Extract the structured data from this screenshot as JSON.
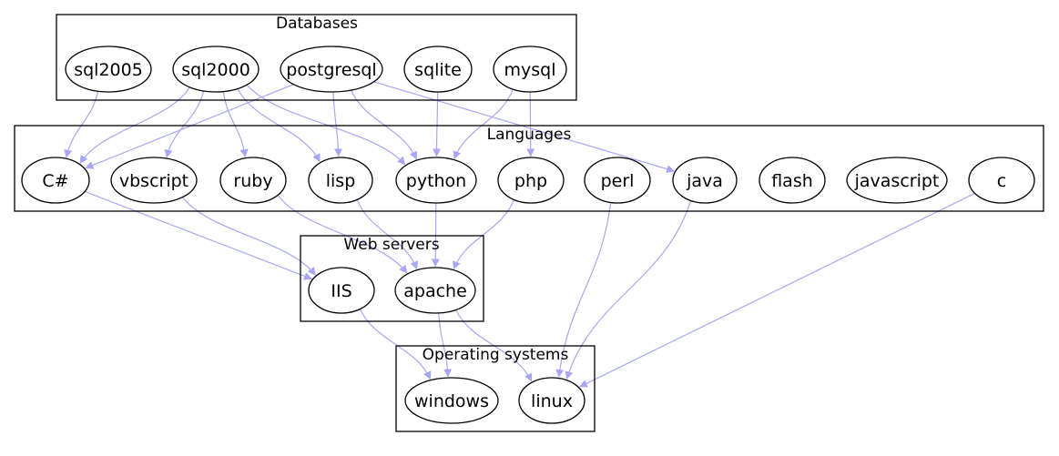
{
  "colors": {
    "edge": "#a7a7f4",
    "outline": "#000000",
    "background": "#ffffff"
  },
  "clusters": {
    "databases": "Databases",
    "languages": "Languages",
    "web_servers": "Web servers",
    "operating_systems": "Operating systems"
  },
  "nodes": {
    "sql2005": "sql2005",
    "sql2000": "sql2000",
    "postgresql": "postgresql",
    "sqlite": "sqlite",
    "mysql": "mysql",
    "csharp": "C#",
    "vbscript": "vbscript",
    "ruby": "ruby",
    "lisp": "lisp",
    "python": "python",
    "php": "php",
    "perl": "perl",
    "java": "java",
    "flash": "flash",
    "javascript": "javascript",
    "c": "c",
    "iis": "IIS",
    "apache": "apache",
    "windows": "windows",
    "linux": "linux"
  },
  "edges": [
    {
      "from": "sql2005",
      "to": "csharp"
    },
    {
      "from": "sql2000",
      "to": "csharp"
    },
    {
      "from": "sql2000",
      "to": "vbscript"
    },
    {
      "from": "sql2000",
      "to": "ruby"
    },
    {
      "from": "sql2000",
      "to": "lisp"
    },
    {
      "from": "sql2000",
      "to": "python"
    },
    {
      "from": "postgresql",
      "to": "csharp"
    },
    {
      "from": "postgresql",
      "to": "lisp"
    },
    {
      "from": "postgresql",
      "to": "python"
    },
    {
      "from": "postgresql",
      "to": "java"
    },
    {
      "from": "sqlite",
      "to": "python"
    },
    {
      "from": "mysql",
      "to": "python"
    },
    {
      "from": "mysql",
      "to": "php"
    },
    {
      "from": "csharp",
      "to": "iis"
    },
    {
      "from": "vbscript",
      "to": "iis"
    },
    {
      "from": "ruby",
      "to": "apache"
    },
    {
      "from": "lisp",
      "to": "apache"
    },
    {
      "from": "python",
      "to": "apache"
    },
    {
      "from": "php",
      "to": "apache"
    },
    {
      "from": "perl",
      "to": "linux"
    },
    {
      "from": "java",
      "to": "linux"
    },
    {
      "from": "c",
      "to": "linux"
    },
    {
      "from": "iis",
      "to": "windows"
    },
    {
      "from": "apache",
      "to": "windows"
    },
    {
      "from": "apache",
      "to": "linux"
    }
  ]
}
